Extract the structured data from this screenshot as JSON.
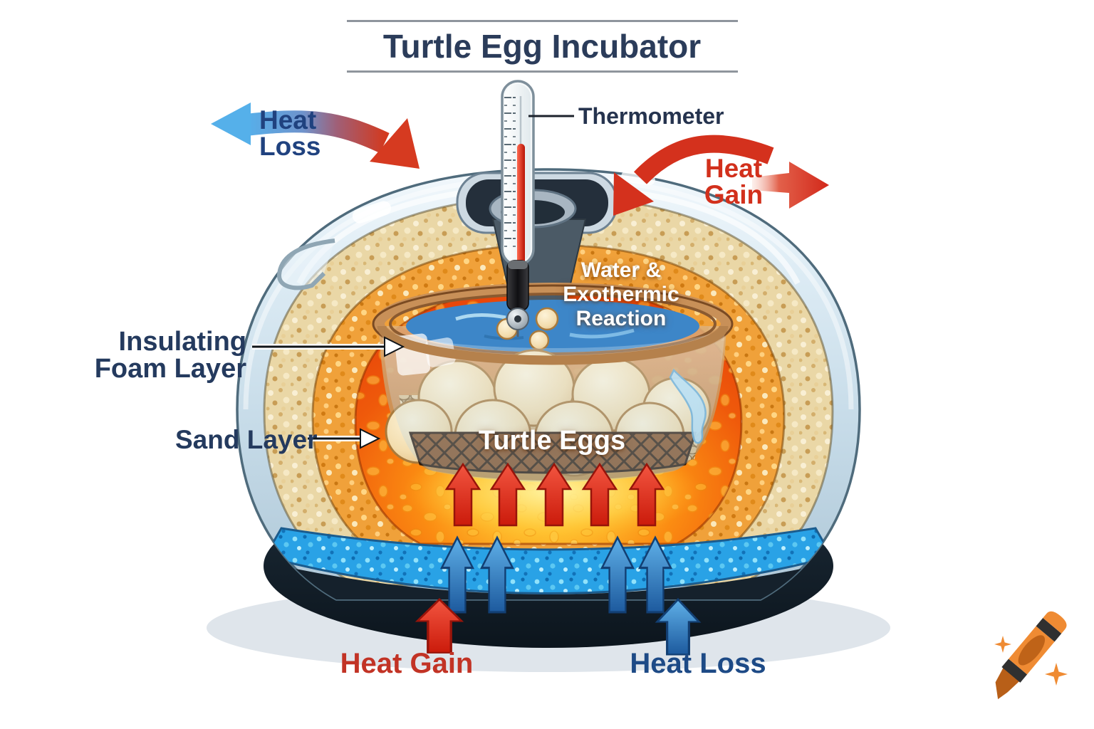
{
  "title": "Turtle Egg Incubator",
  "labels": {
    "thermometer": "Thermometer",
    "heat_loss_top": {
      "line1": "Heat",
      "line2": "Loss"
    },
    "heat_gain_top": {
      "line1": "Heat",
      "line2": "Gain"
    },
    "water_reaction": {
      "line1": "Water &",
      "line2": "Exothermic",
      "line3": "Reaction"
    },
    "insulating_foam": {
      "line1": "Insulating",
      "line2": "Foam Layer"
    },
    "sand_layer": "Sand Layer",
    "turtle_eggs": "Turtle Eggs",
    "heat_gain_bottom": "Heat Gain",
    "heat_loss_bottom": "Heat Loss"
  },
  "colors": {
    "title_navy": "#2b3c5a",
    "label_navy": "#243a5e",
    "heat_loss_blue_text": "#1d4a86",
    "heat_gain_red_text": "#c23325",
    "arrow_red": "#d2281a",
    "arrow_blue": "#2a6db5",
    "water_blue": "#3d86c8",
    "sand_orange": "#f0a13a",
    "foam_tan": "#ead7a6",
    "exothermic_orange": "#f2600d",
    "egg_cream": "#f3ddae",
    "white_text": "#ffffff",
    "rule_gray": "#8f959d"
  },
  "icons": {
    "watermark": "crayon-logo"
  }
}
